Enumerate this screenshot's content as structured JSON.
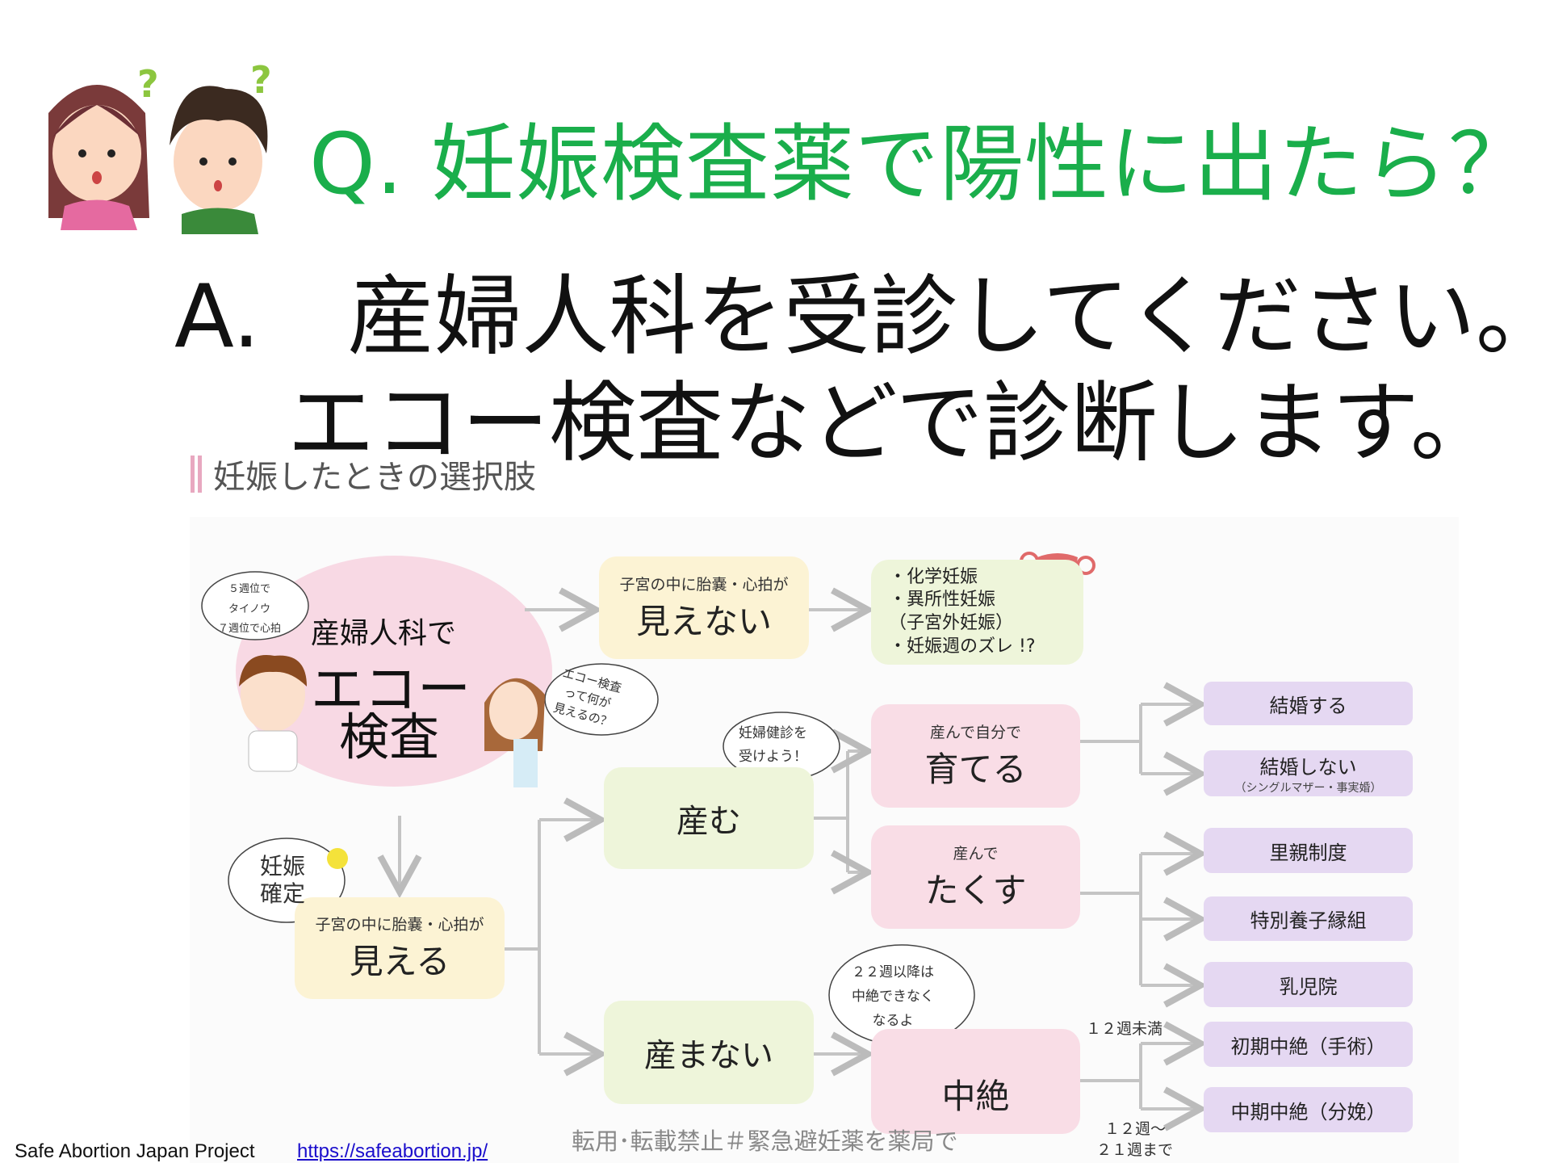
{
  "title": "Q. 妊娠検査薬で陽性に出たら？",
  "answer": {
    "line1": "A.　産婦人科を受診してください。",
    "line2": "エコー検査などで診断します。"
  },
  "section_heading": "妊娠したときの選択肢",
  "diagram": {
    "center": {
      "line1": "産婦人科で",
      "line2": "エコー",
      "line3": "検査"
    },
    "not_visible": {
      "sub": "子宮の中に胎嚢・心拍が",
      "main": "見えない"
    },
    "not_visible_causes": [
      "・化学妊娠",
      "・異所性妊娠",
      "（子宮外妊娠）",
      "・妊娠週のズレ !?"
    ],
    "visible": {
      "sub": "子宮の中に胎嚢・心拍が",
      "main": "見える"
    },
    "give_birth": "産む",
    "not_give_birth": "産まない",
    "raise": {
      "sub": "産んで自分で",
      "main": "育てる"
    },
    "entrust": {
      "sub": "産んで",
      "main": "たくす"
    },
    "abortion": "中絶",
    "options": {
      "marry": "結婚する",
      "not_marry": "結婚しない",
      "not_marry_sub": "（シングルマザー・事実婚）",
      "foster": "里親制度",
      "adoption": "特別養子縁組",
      "infant_home": "乳児院",
      "early_abortion": "初期中絶（手術）",
      "mid_abortion": "中期中絶（分娩）"
    },
    "labels": {
      "under12": "１２週未満",
      "w12_21_a": "１２週〜",
      "w12_21_b": "２１週まで"
    },
    "bubbles": {
      "weeks_a": "５週位で",
      "weeks_b": "タイノウ",
      "weeks_c": "７週位で心拍",
      "echo_a": "エコー検査",
      "echo_b": "って何が",
      "echo_c": "見えるの？",
      "checkup_a": "妊婦健診を",
      "checkup_b": "受けよう！",
      "confirmed_a": "妊娠",
      "confirmed_b": "確定",
      "w22_a": "２２週以降は",
      "w22_b": "中絶できなく",
      "w22_c": "なるよ"
    }
  },
  "footer": {
    "org": "Safe Abortion Japan Project",
    "link": "https://safeabortion.jp/",
    "watermark": "転用･転載禁止＃緊急避妊薬を薬局で"
  }
}
